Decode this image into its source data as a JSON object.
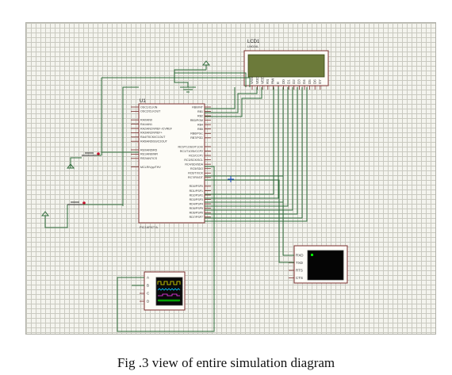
{
  "caption": "Fig .3 view of entire simulation diagram",
  "lcd": {
    "ref": "LCD1",
    "part": "LM016L",
    "pins": [
      "VSS",
      "VDD",
      "VEE",
      "RS",
      "RW",
      "E",
      "D0",
      "D1",
      "D2",
      "D3",
      "D4",
      "D5",
      "D6",
      "D7"
    ]
  },
  "mcu": {
    "ref": "U1",
    "part": "PIC16F877A",
    "left_pins": [
      "OSC1/CLKIN",
      "OSC2/CLKOUT",
      "",
      "RA0/AN0",
      "RA1/AN1",
      "RA2/AN2/VREF-/CVREF",
      "RA3/AN3/VREF+",
      "RA4/T0CKI/C1OUT",
      "RA5/AN5/SS/C2OUT",
      "",
      "RE0/AN5/RD",
      "RE1/AN6/WR",
      "RE2/AN7/CS",
      "",
      "MCLR/Vpp/THV"
    ],
    "right_pins": [
      "RB0/INT",
      "RB1",
      "RB2",
      "RB3/PGM",
      "RB4",
      "RB5",
      "RB6/PGC",
      "RB7/PGD",
      "",
      "RC0/T1OSO/T1CKI",
      "RC1/T1OSI/CCP2",
      "RC2/CCP1",
      "RC3/SCK/SCL",
      "RC4/SDI/SDA",
      "RC5/SDO",
      "RC6/TX/CK",
      "RC7/RX/DT",
      "",
      "RD0/PSP0",
      "RD1/PSP1",
      "RD2/PSP2",
      "RD3/PSP3",
      "RD4/PSP4",
      "RD5/PSP5",
      "RD6/PSP6",
      "RD7/PSP7"
    ]
  },
  "terminal": {
    "pins": [
      "RXD",
      "TXD",
      "RTS",
      "CTS"
    ]
  },
  "oscilloscope": {
    "channels": [
      "A",
      "B",
      "C",
      "D"
    ]
  },
  "colors": {
    "wire": "#2e6b3a",
    "component": "#7a2e2e",
    "lcd_screen": "#6c7a3a",
    "scope_screen": "#0a0a0a",
    "trace_a": "#e6e600",
    "trace_b": "#00c8ff",
    "trace_c": "#ff3cff",
    "trace_d": "#00e600"
  }
}
